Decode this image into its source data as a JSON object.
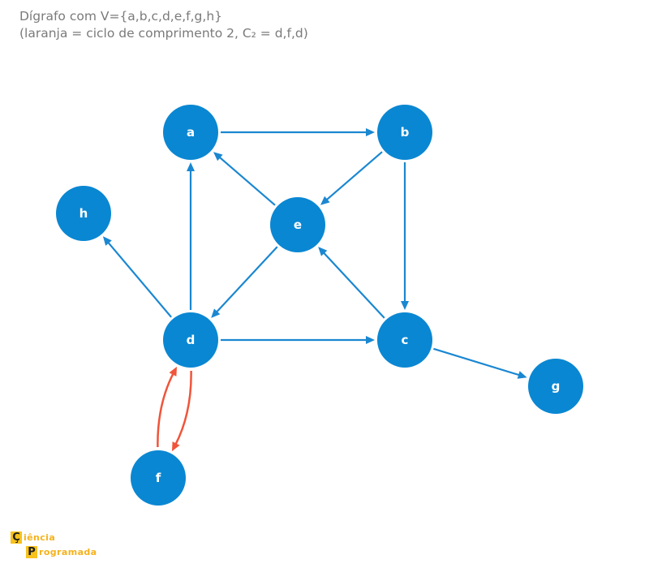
{
  "caption": {
    "line1": "Dígrafo com V={a,b,c,d,e,f,g,h}",
    "line2": "(laranja = ciclo de comprimento 2, C₂ = d,f,d)"
  },
  "colors": {
    "node": "#0a87d2",
    "edge": "#1a87d1",
    "highlight": "#f0543a",
    "node_text": "#ffffff"
  },
  "graph": {
    "nodes": [
      {
        "id": "a",
        "label": "a"
      },
      {
        "id": "b",
        "label": "b"
      },
      {
        "id": "c",
        "label": "c"
      },
      {
        "id": "d",
        "label": "d"
      },
      {
        "id": "e",
        "label": "e"
      },
      {
        "id": "f",
        "label": "f"
      },
      {
        "id": "g",
        "label": "g"
      },
      {
        "id": "h",
        "label": "h"
      }
    ],
    "edges": [
      {
        "from": "a",
        "to": "b",
        "highlight": false
      },
      {
        "from": "b",
        "to": "e",
        "highlight": false
      },
      {
        "from": "b",
        "to": "c",
        "highlight": false
      },
      {
        "from": "e",
        "to": "a",
        "highlight": false
      },
      {
        "from": "e",
        "to": "d",
        "highlight": false
      },
      {
        "from": "c",
        "to": "e",
        "highlight": false
      },
      {
        "from": "d",
        "to": "a",
        "highlight": false
      },
      {
        "from": "d",
        "to": "h",
        "highlight": false
      },
      {
        "from": "d",
        "to": "c",
        "highlight": false
      },
      {
        "from": "c",
        "to": "g",
        "highlight": false
      },
      {
        "from": "d",
        "to": "f",
        "highlight": true
      },
      {
        "from": "f",
        "to": "d",
        "highlight": true
      }
    ]
  },
  "logo": {
    "letter1": "Ç",
    "word1": "iência",
    "letter2": "P",
    "word2": "rogramada"
  }
}
